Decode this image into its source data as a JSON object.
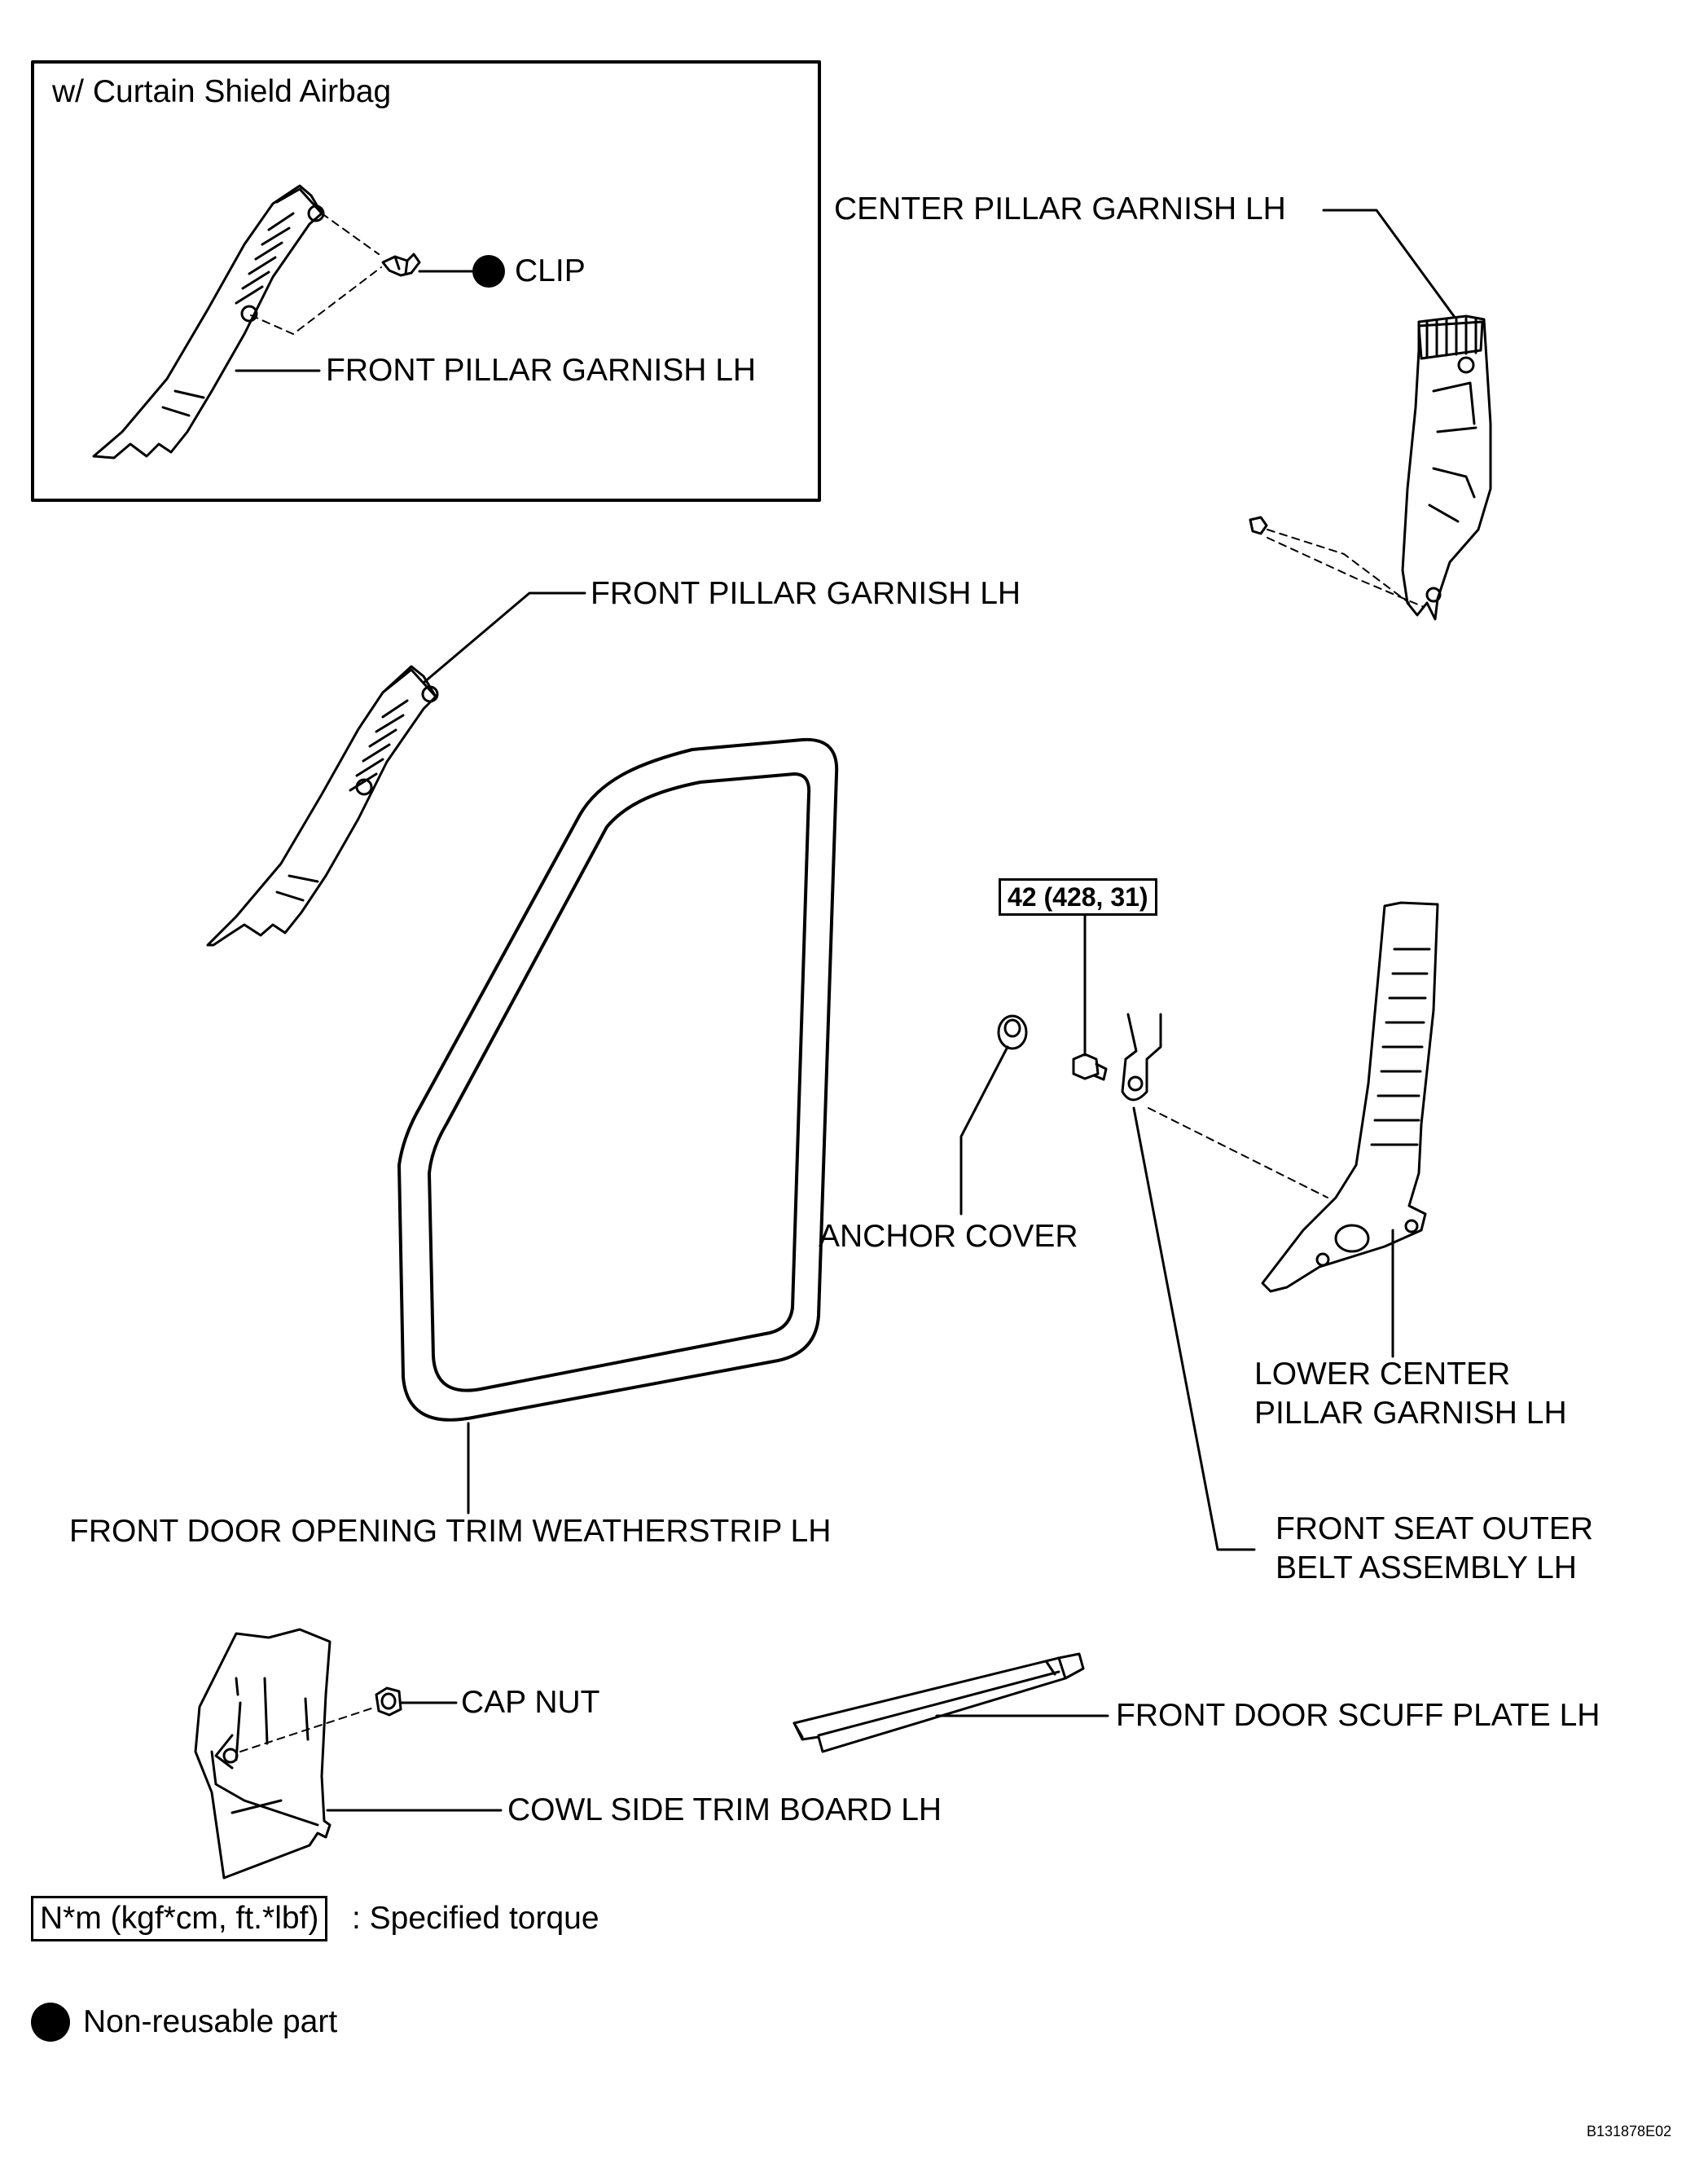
{
  "inset": {
    "title": "w/ Curtain Shield Airbag"
  },
  "labels": {
    "clip": "CLIP",
    "front_pillar_garnish_inset": "FRONT PILLAR GARNISH LH",
    "center_pillar_garnish": "CENTER PILLAR GARNISH LH",
    "front_pillar_garnish": "FRONT PILLAR GARNISH LH",
    "torque": "42 (428, 31)",
    "anchor_cover": "ANCHOR COVER",
    "lower_center_line1": "LOWER CENTER",
    "lower_center_line2": "PILLAR GARNISH LH",
    "weatherstrip": "FRONT DOOR OPENING TRIM WEATHERSTRIP LH",
    "belt_line1": "FRONT SEAT OUTER",
    "belt_line2": "BELT ASSEMBLY LH",
    "cap_nut": "CAP NUT",
    "scuff_plate": "FRONT DOOR SCUFF PLATE LH",
    "cowl_side": "COWL SIDE TRIM BOARD LH"
  },
  "legend": {
    "torque_unit": "N*m (kgf*cm, ft.*lbf)",
    "torque_desc": ": Specified torque",
    "nonreusable": "Non-reusable part"
  },
  "figure_code": "B131878E02"
}
